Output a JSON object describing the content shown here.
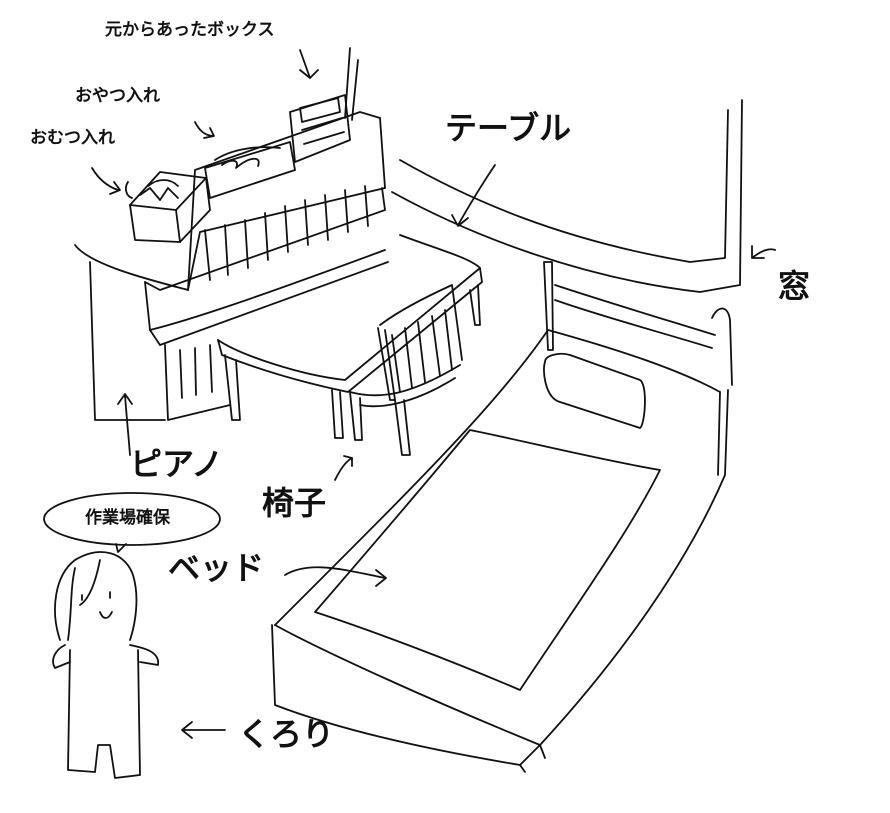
{
  "labels": {
    "original_box": "元からあったボックス",
    "snack_holder": "おやつ入れ",
    "diaper_holder": "おむつ入れ",
    "table": "テーブル",
    "window": "窓",
    "piano": "ピアノ",
    "chair": "椅子",
    "bed": "ベッド",
    "person": "くろり"
  },
  "speech_bubble": {
    "text": "作業場確保"
  },
  "colors": {
    "ink": "#111111",
    "paper": "#ffffff"
  }
}
